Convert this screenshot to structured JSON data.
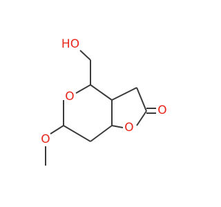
{
  "structure": {
    "atoms": {
      "ho": "HO",
      "o_ring": "O",
      "o_lactone": "O",
      "o_carbonyl": "O",
      "o_methoxy": "O"
    }
  },
  "colors": {
    "bond": "#3a3a3a",
    "oxygen": "#e8261c",
    "hydrogen": "#3a3a3a",
    "background": "#ffffff"
  }
}
